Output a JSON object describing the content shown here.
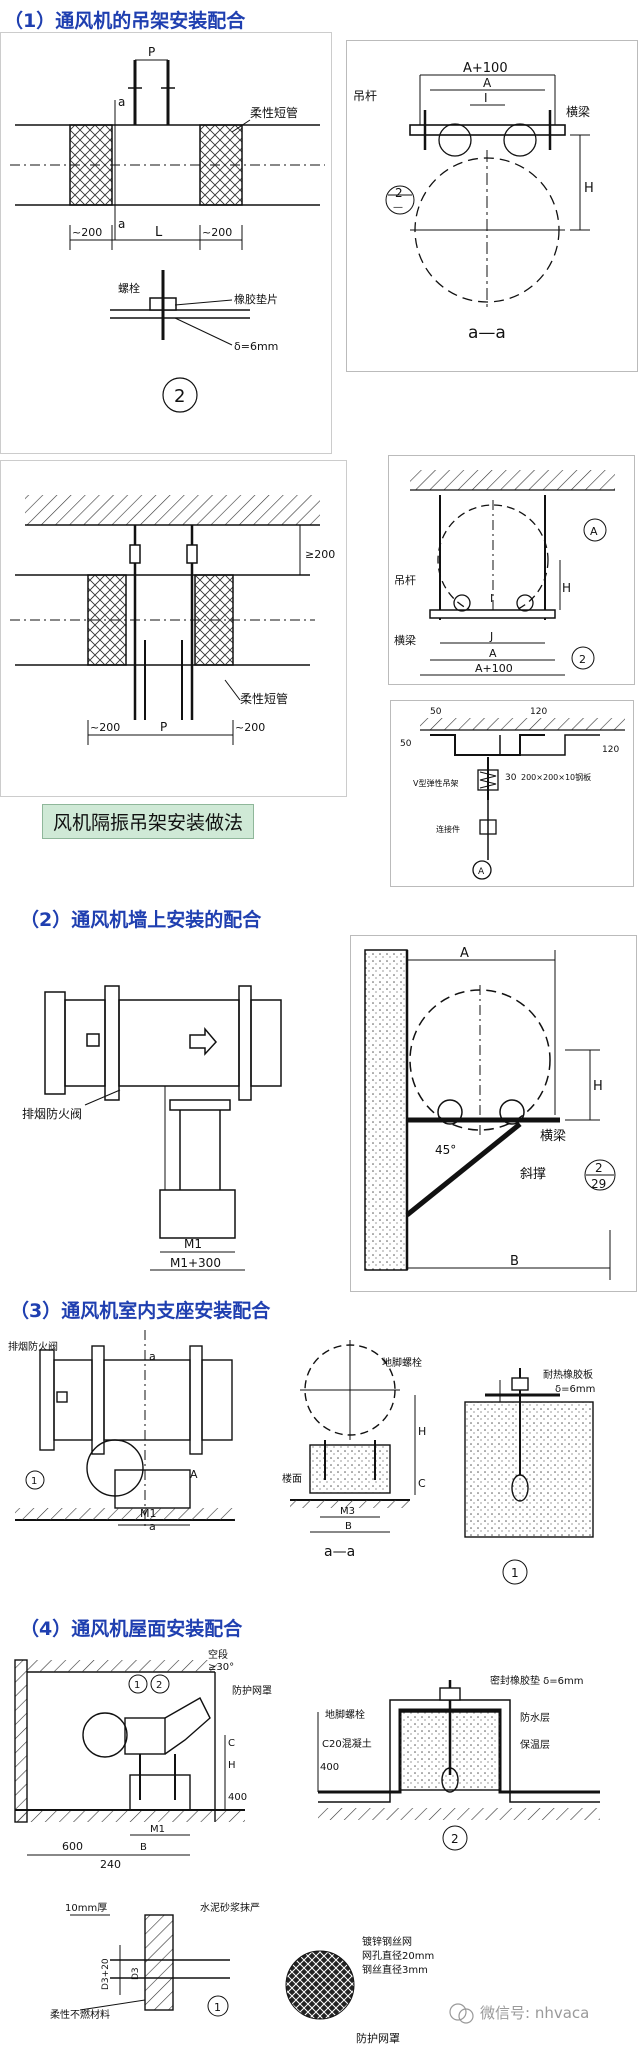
{
  "sections": [
    {
      "id": "s1",
      "title": "（1）通风机的吊架安装配合"
    },
    {
      "id": "s2",
      "title": "（2）通风机墙上安装的配合"
    },
    {
      "id": "s3",
      "title": "（3）通风机室内支座安装配合"
    },
    {
      "id": "s4",
      "title": "（4）通风机屋面安装配合"
    }
  ],
  "caption": "风机隔振吊架安装做法",
  "s1": {
    "top_left": {
      "p": "P",
      "la": "a",
      "l": "L",
      "d200a": "~200",
      "d200b": "~200",
      "flex": "柔性短管",
      "bolt": "螺栓",
      "pad": "橡胶垫片",
      "delta": "δ=6mm",
      "circle": "2"
    },
    "top_right": {
      "a100": "A+100",
      "a": "A",
      "i": "I",
      "rod": "吊杆",
      "beam": "横梁",
      "h": "H",
      "ref_top": "2",
      "ref_bot": "—",
      "section": "a—a"
    },
    "mid_left": {
      "ge200": "≥200",
      "d200a": "~200",
      "d200b": "~200",
      "p": "P",
      "flex": "柔性短管"
    },
    "mid_right": {
      "rod": "吊杆",
      "beam": "横梁",
      "h": "H",
      "i": "I",
      "j": "J",
      "a": "A",
      "a100": "A+100",
      "ref": "A",
      "ref2": "2"
    },
    "detail": {
      "d50": "50",
      "d120": "120",
      "d20": "120",
      "spring": "V型弹性吊架",
      "plate": "200×200×10钢板",
      "conn": "连接件",
      "d30": "30",
      "d50b": "50",
      "ref": "A"
    }
  },
  "s2": {
    "fire_damper": "排烟防火阀",
    "m1": "M1",
    "m1_300": "M1+300",
    "a": "A",
    "h": "H",
    "b": "B",
    "angle": "45°",
    "beam": "横梁",
    "brace": "斜撑",
    "ref_top": "2",
    "ref_bot": "29"
  },
  "s3": {
    "fire_damper": "排烟防火阀",
    "la": "a",
    "ref": "1",
    "a": "A",
    "m1": "M1",
    "anchor": "地脚螺栓",
    "h": "H",
    "c": "C",
    "floor": "楼面",
    "m3": "M3",
    "b": "B",
    "section": "a—a",
    "rubber": "耐热橡胶板",
    "delta": "δ=6mm",
    "circle": "1"
  },
  "s4": {
    "empty": "空段",
    "angle": "≥30°",
    "screen": "防护网罩",
    "h": "H",
    "c": "C",
    "d400": "400",
    "d600": "600",
    "d240": "240",
    "m1": "M1",
    "b": "B",
    "ref1": "1",
    "ref2": "2",
    "anchor": "地脚螺栓",
    "seal": "密封橡胶垫 δ=6mm",
    "waterproof": "防水层",
    "insulation": "保温层",
    "concrete": "C20混凝土",
    "d400b": "400",
    "circle": "2",
    "thick10": "10mm厚",
    "mortar": "水泥砂浆抹严",
    "d3_20": "D3+20",
    "d3": "D3",
    "fill": "柔性不燃材料",
    "circle1": "1",
    "mesh1": "镀锌钢丝网",
    "mesh2": "网孔直径20mm",
    "mesh3": "钢丝直径3mm",
    "screen2": "防护网罩"
  },
  "watermark": "微信号: nhvaca"
}
